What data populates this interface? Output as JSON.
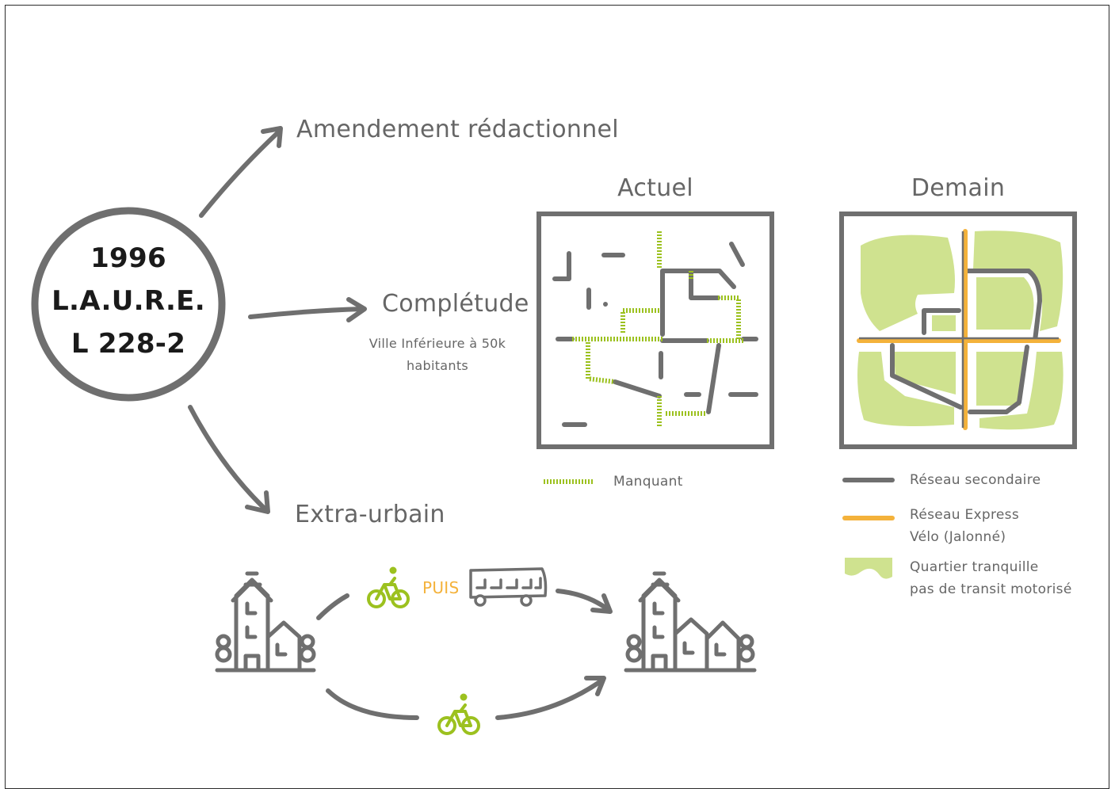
{
  "center": {
    "line1": "1996",
    "line2": "L.A.U.R.E.",
    "line3": "L 228-2"
  },
  "branches": {
    "amendement": "Amendement rédactionnel",
    "completude": "Complétude",
    "completude_note_1": "Ville Inférieure à 50k",
    "completude_note_2": "habitants",
    "extra_urbain": "Extra-urbain"
  },
  "maps": {
    "actuel_title": "Actuel",
    "demain_title": "Demain"
  },
  "legend": {
    "manquant": "Manquant",
    "reseau_secondaire": "Réseau secondaire",
    "reseau_express_1": "Réseau Express",
    "reseau_express_2": "Vélo (Jalonné)",
    "quartier_1": "Quartier tranquille",
    "quartier_2": "pas de transit motorisé"
  },
  "transport": {
    "puis": "PUIS"
  },
  "colors": {
    "grey": "#6f6f6f",
    "green": "#9cc11f",
    "light_green": "#cfe28f",
    "orange": "#f4b23b",
    "text_dark": "#1a1a1a"
  },
  "icons": [
    "bicycle-icon",
    "bus-icon",
    "village-icon",
    "town-icon",
    "arrow-icon"
  ]
}
